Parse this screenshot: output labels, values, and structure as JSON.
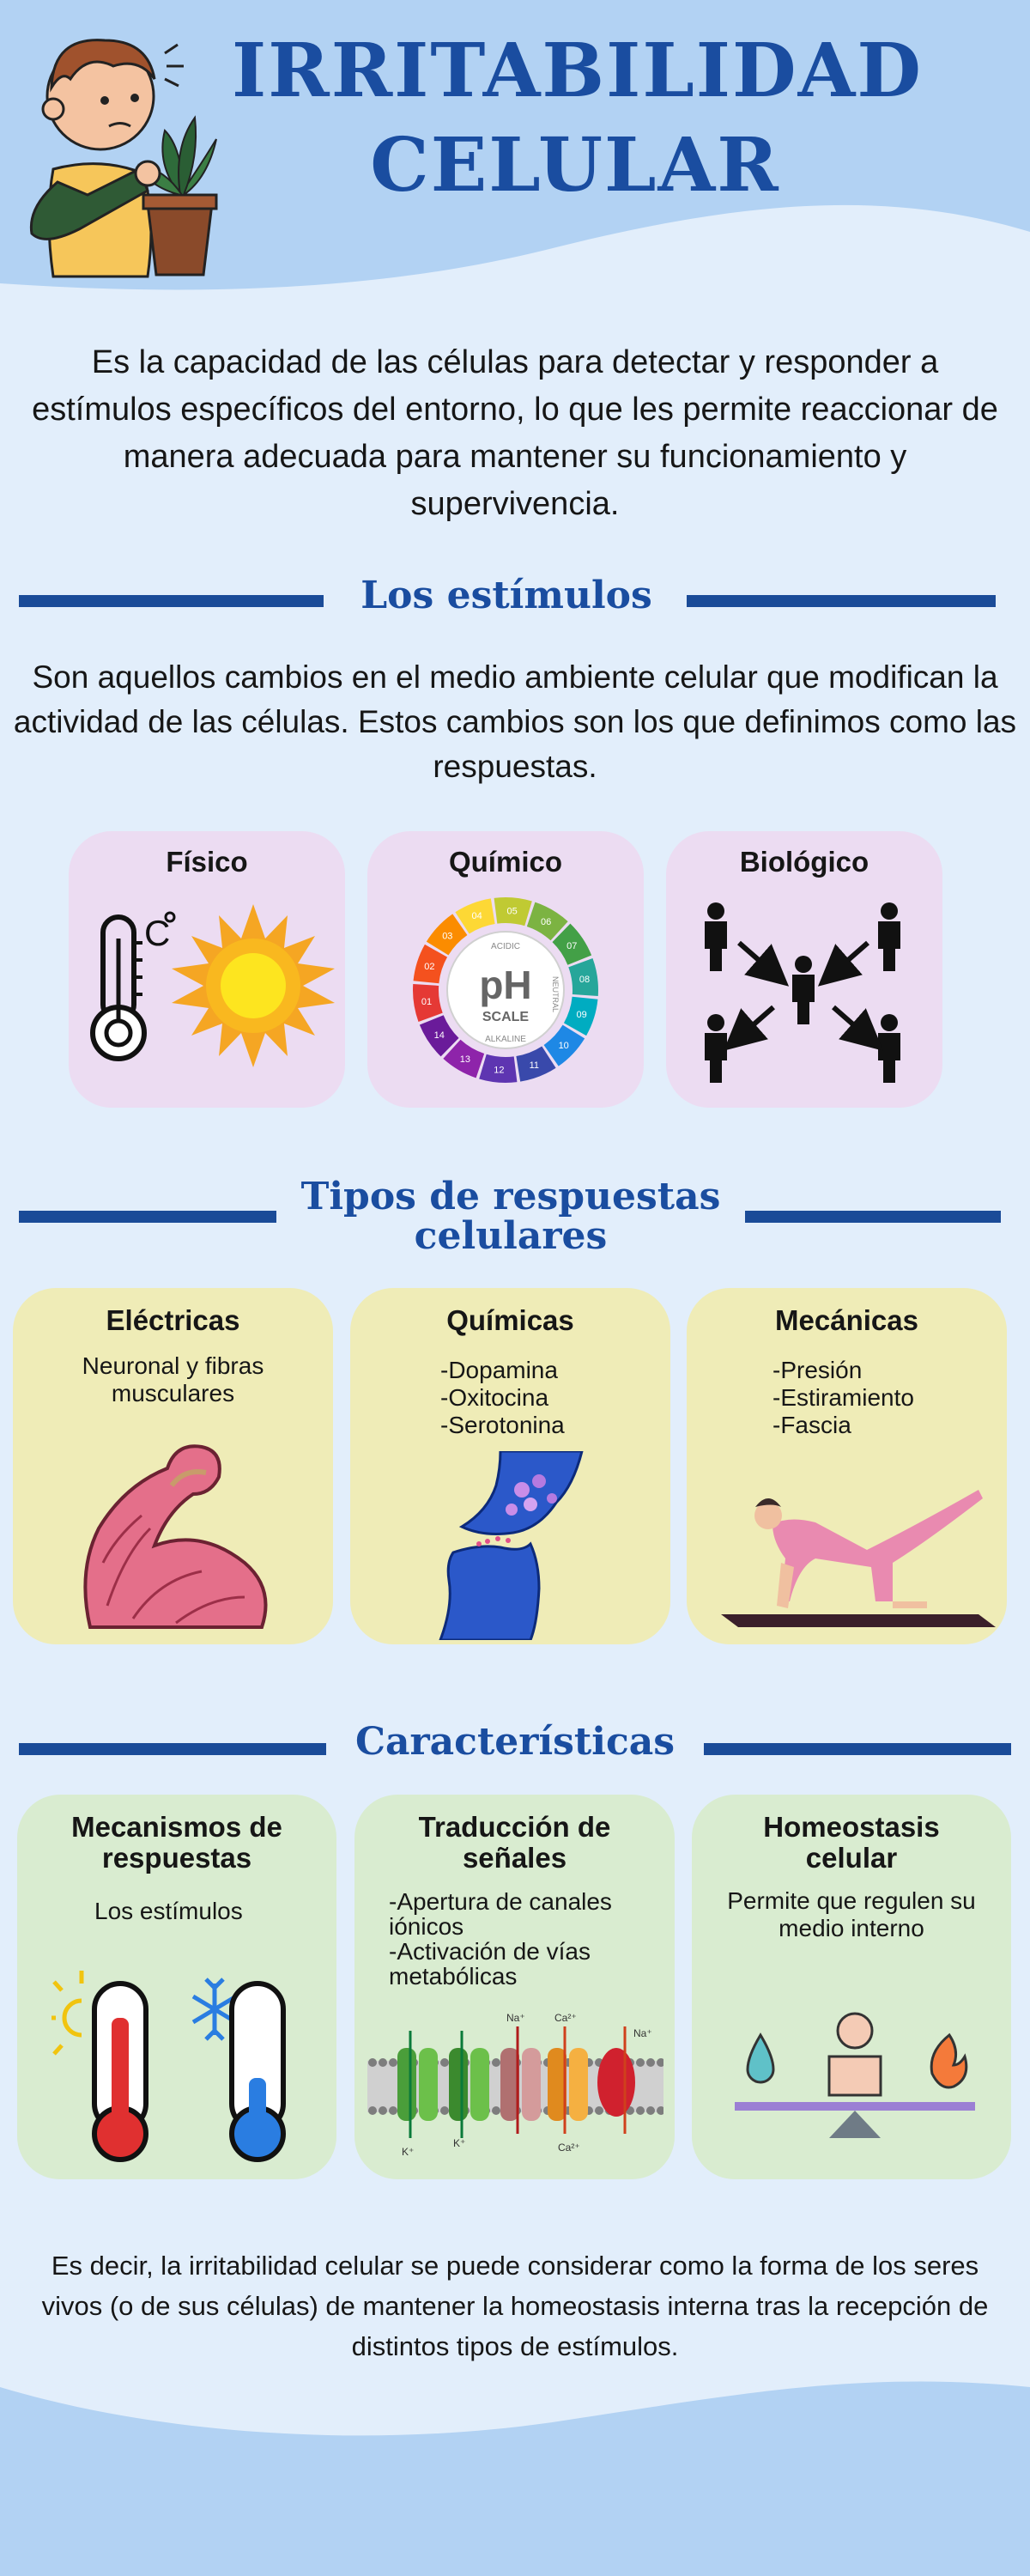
{
  "header": {
    "title_line1": "IRRITABILIDAD",
    "title_line2": "CELULAR"
  },
  "intro": "Es la capacidad de las células para detectar y responder a estímulos específicos del entorno, lo que les permite reaccionar de manera adecuada para mantener su funcionamiento y supervivencia.",
  "stimuli": {
    "heading": "Los estímulos",
    "text": "Son aquellos cambios en el medio ambiente celular que modifican la actividad de las células. Estos cambios son los que definimos como las respuestas.",
    "cards": [
      {
        "title": "Físico",
        "temp_unit": "C"
      },
      {
        "title": "Químico",
        "ph_main": "pH",
        "ph_sub": "SCALE",
        "ph_acidic": "ACIDIC",
        "ph_neutral": "NEUTRAL",
        "ph_alkaline": "ALKALINE",
        "ph_numbers": [
          "01",
          "02",
          "03",
          "04",
          "05",
          "06",
          "07",
          "08",
          "09",
          "10",
          "11",
          "12",
          "13",
          "14"
        ]
      },
      {
        "title": "Biológico"
      }
    ]
  },
  "responses": {
    "heading_line1": "Tipos de respuestas",
    "heading_line2": "celulares",
    "cards": [
      {
        "title": "Eléctricas",
        "body": "Neuronal y fibras musculares"
      },
      {
        "title": "Químicas",
        "items": [
          "-Dopamina",
          "-Oxitocina",
          "-Serotonina"
        ]
      },
      {
        "title": "Mecánicas",
        "items": [
          "-Presión",
          "-Estiramiento",
          "-Fascia"
        ]
      }
    ]
  },
  "features": {
    "heading": "Características",
    "cards": [
      {
        "title": "Mecanismos de respuestas",
        "body": "Los estímulos"
      },
      {
        "title": "Traducción de señales",
        "items": [
          "-Apertura de canales iónicos",
          "-Activación de vías metabólicas"
        ],
        "ions": [
          "Na⁺",
          "Ca²⁺",
          "Na⁺",
          "K⁺",
          "K⁺",
          "Ca²⁺"
        ]
      },
      {
        "title": "Homeostasis celular",
        "body": "Permite que regulen su medio interno"
      }
    ]
  },
  "conclusion": "Es decir, la irritabilidad celular se puede considerar como la forma de los seres vivos (o de sus células) de mantener la homeostasis interna tras la recepción de distintos tipos de estímulos.",
  "colors": {
    "title_blue": "#1a4da0",
    "bar_blue": "#1a4b98",
    "purple_card": "#ecdcf2",
    "yellow_card": "#efecb7",
    "green_card": "#d9ecd0",
    "wave": "#b2d2f3",
    "background": "#e2eefb"
  }
}
